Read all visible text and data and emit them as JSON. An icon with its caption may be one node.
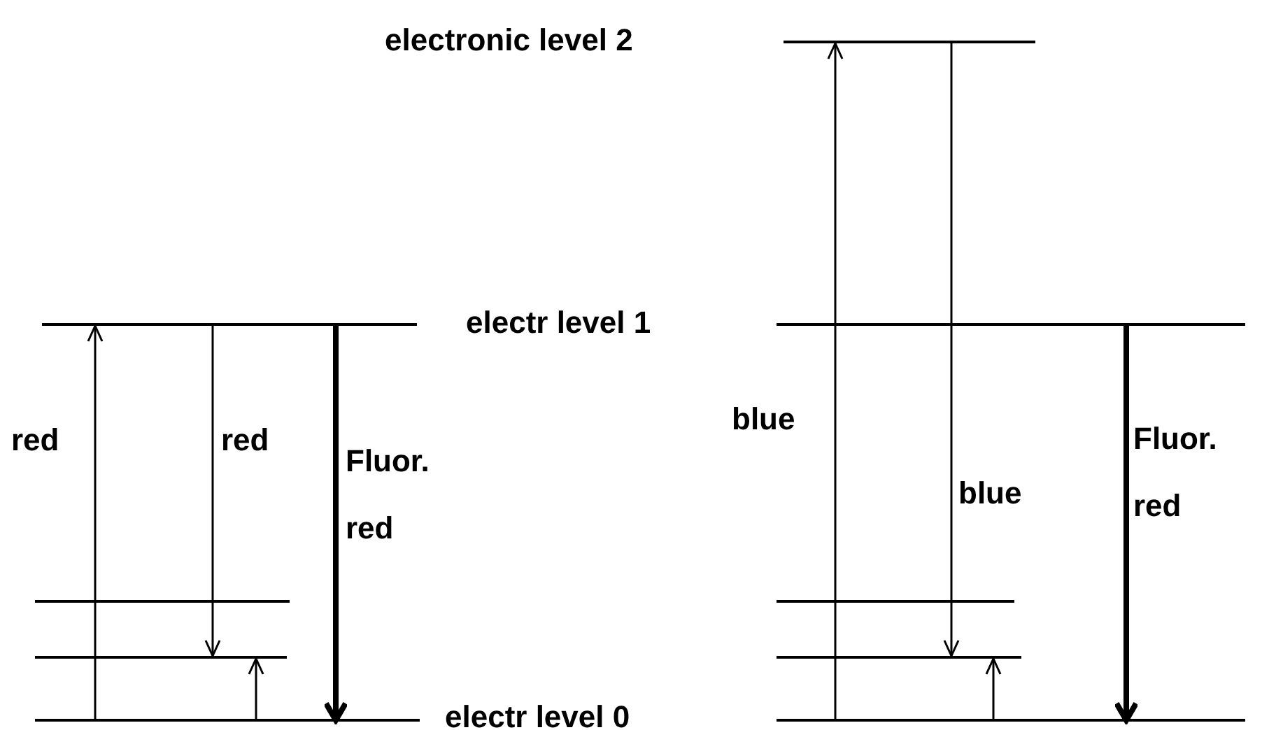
{
  "diagram": {
    "nodes": [
      {
        "text": [],
        "shape": "bar"
      },
      {
        "text": [],
        "shape": "bar"
      },
      {
        "text": [],
        "shape": "bar"
      },
      {
        "text": [],
        "shape": "bar"
      },
      {
        "text": [],
        "shape": "bar"
      },
      {
        "text": [],
        "shape": "bar"
      },
      {
        "text": [],
        "shape": "bar"
      },
      {
        "text": [],
        "shape": "bar"
      },
      {
        "text": [],
        "shape": "bar"
      }
    ],
    "edges": [
      {
        "from": 7,
        "to": 1,
        "arrow": "to",
        "label": "red"
      },
      {
        "from": 1,
        "to": 5,
        "arrow": "to",
        "label": "red"
      },
      {
        "from": 7,
        "to": 5,
        "arrow": "to"
      },
      {
        "from": 1,
        "to": 7,
        "arrow": "to",
        "label": "Fluor. red",
        "style": "thick"
      },
      {
        "from": 8,
        "to": 0,
        "arrow": "to",
        "label": "blue"
      },
      {
        "from": 0,
        "to": 6,
        "arrow": "to",
        "label": "blue"
      },
      {
        "from": 8,
        "to": 6,
        "arrow": "to"
      },
      {
        "from": 2,
        "to": 8,
        "arrow": "to",
        "label": "Fluor. red",
        "style": "thick"
      }
    ],
    "labels": [
      "electronic level 2",
      "electr level 1",
      "electr level 0"
    ]
  }
}
